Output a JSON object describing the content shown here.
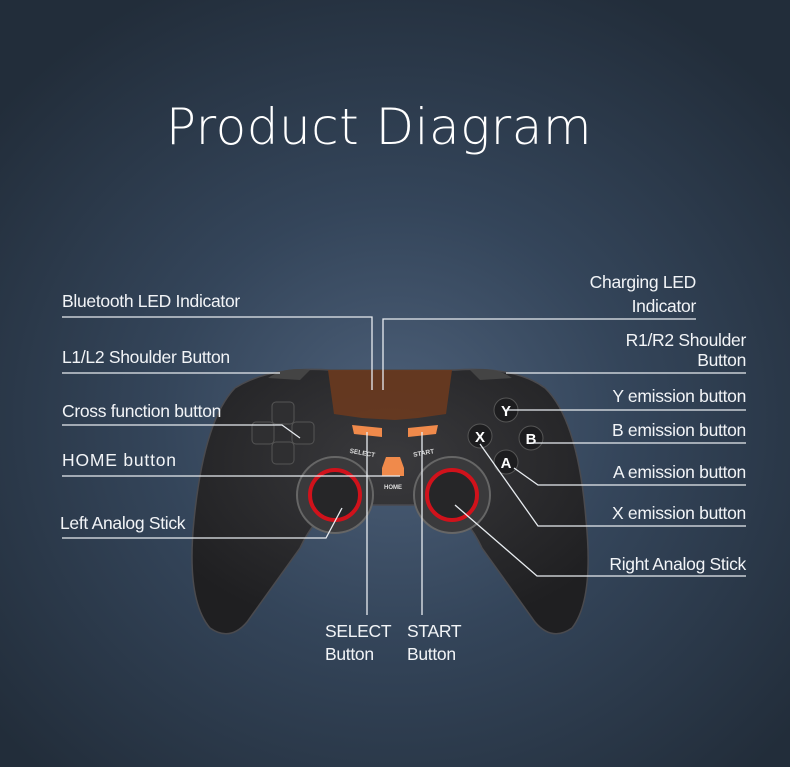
{
  "title": "Product Diagram",
  "labels": {
    "bluetooth_led": "Bluetooth LED Indicator",
    "charging_led_1": "Charging LED",
    "charging_led_2": "Indicator",
    "l1l2": "L1/L2 Shoulder Button",
    "r1r2_1": "R1/R2 Shoulder",
    "r1r2_2": "Button",
    "cross": "Cross function button",
    "home": "HOME button",
    "left_stick": "Left Analog Stick",
    "y": "Y emission button",
    "b": "B emission button",
    "a": "A emission button",
    "x": "X emission button",
    "right_stick": "Right Analog Stick",
    "select_1": "SELECT",
    "select_2": "Button",
    "start_1": "START",
    "start_2": "Button"
  },
  "controller": {
    "select_text": "SELECT",
    "start_text": "START",
    "home_text": "HOME",
    "face_buttons": {
      "y": "Y",
      "x": "X",
      "b": "B",
      "a": "A"
    },
    "colors": {
      "body": "#2c2c2e",
      "accent": "#f08a4b",
      "stick_ring": "#d0121b",
      "led_bar": "#6a3a1f"
    }
  }
}
